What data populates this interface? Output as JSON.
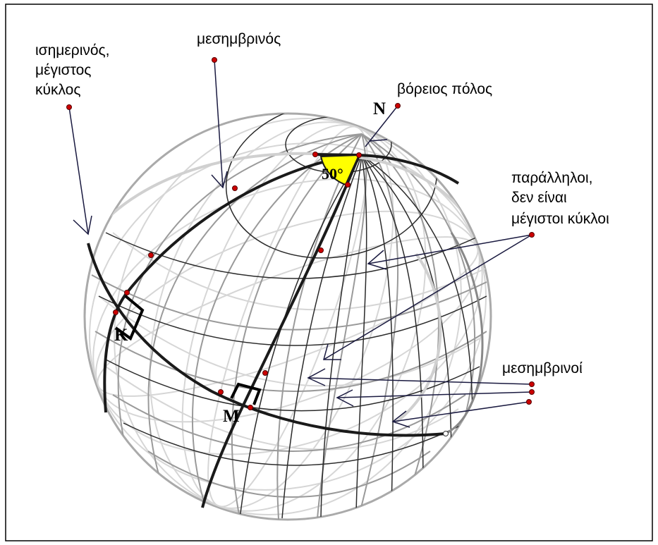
{
  "labels": {
    "equator_line1": "ισημερινός,",
    "equator_line2": "μέγιστος",
    "equator_line3": "κύκλος",
    "meridian": "μεσημβρινός",
    "north_pole": "βόρειος πόλος",
    "parallels_line1": "παράλληλοι,",
    "parallels_line2": "δεν είναι",
    "parallels_line3": "μέγιστοι κύκλοι",
    "meridians": "μεσημβρινοί"
  },
  "points": {
    "north": "N",
    "k": "K",
    "m": "M"
  },
  "angle": {
    "value": "50°",
    "fill_color": "#ffff00"
  },
  "colors": {
    "frame": "#000000",
    "highlight_line": "#1a1a1a",
    "grid_dark": "#555555",
    "grid_light": "#d0d0d0",
    "grid_mid": "#999999",
    "dot_fill": "#cc0000",
    "pointer_line": "#1a1a40"
  }
}
